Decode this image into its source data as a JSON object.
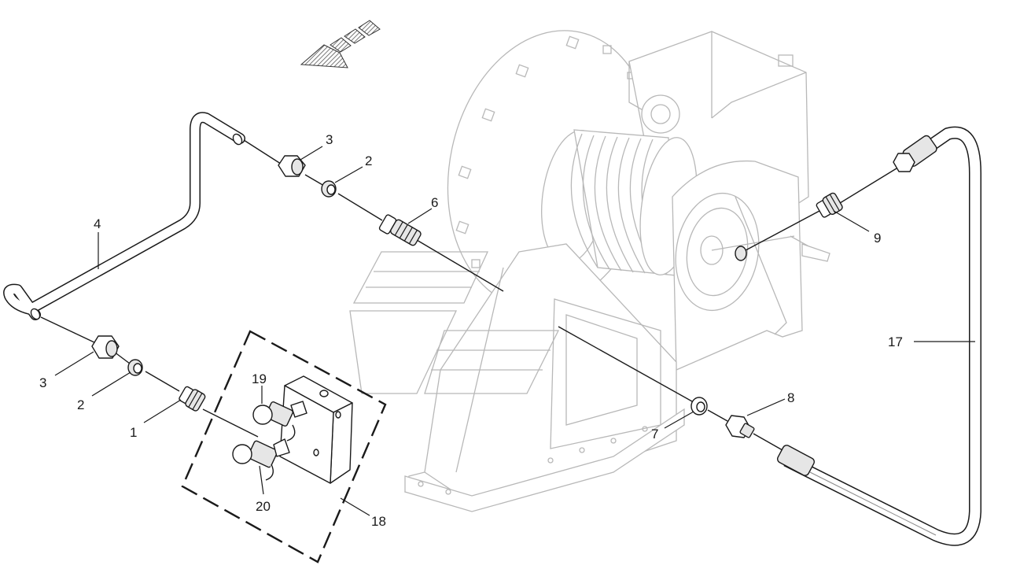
{
  "diagram": {
    "callouts": {
      "c1": "1",
      "c2a": "2",
      "c2b": "2",
      "c3a": "3",
      "c3b": "3",
      "c4": "4",
      "c6": "6",
      "c7": "7",
      "c8": "8",
      "c9": "9",
      "c17": "17",
      "c18": "18",
      "c19": "19",
      "c20": "20"
    },
    "icons": {
      "direction_arrow": "direction-arrow-icon"
    }
  }
}
